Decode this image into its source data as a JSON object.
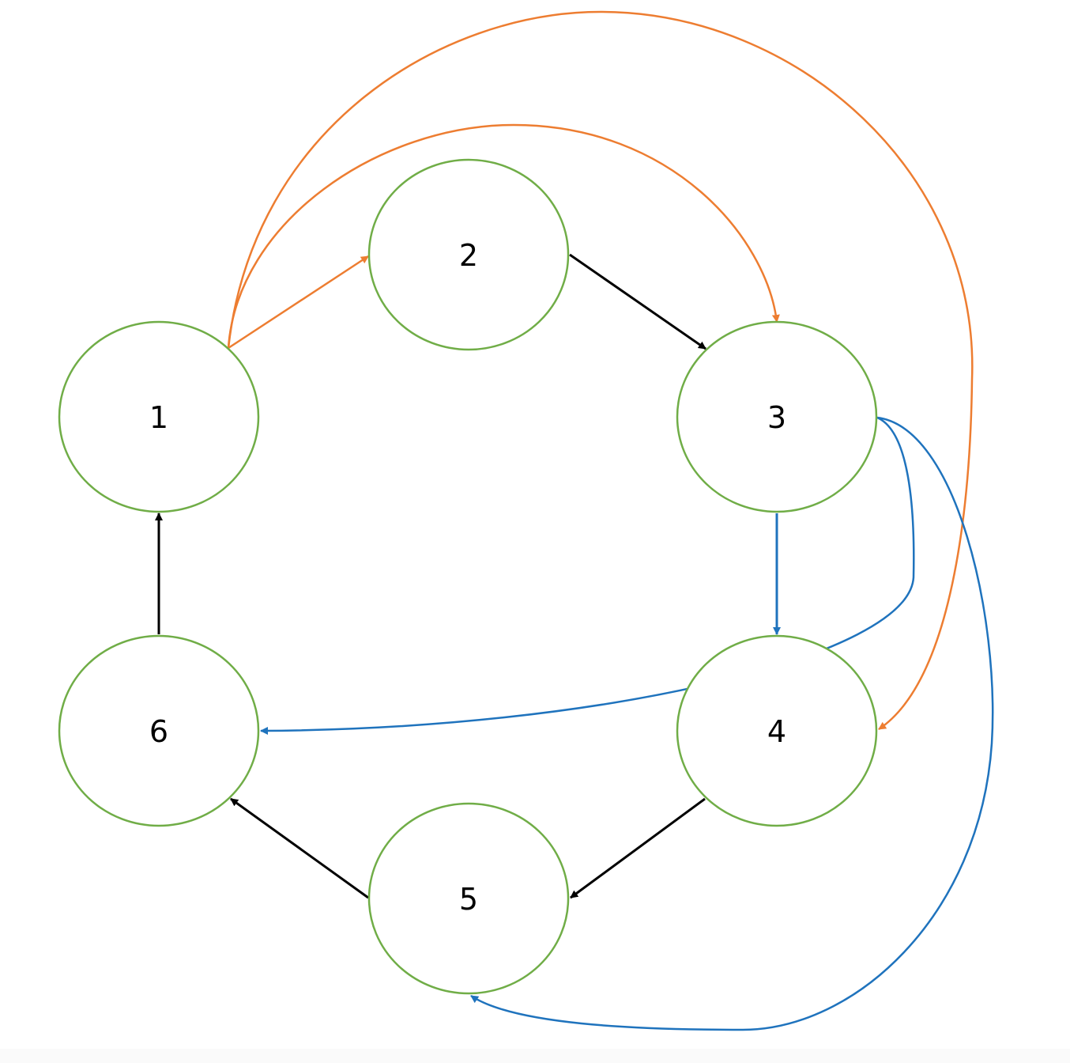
{
  "colors": {
    "node_stroke": "#70ad47",
    "black_edge": "#000000",
    "orange_edge": "#ed7d31",
    "blue_edge": "#1f73bd"
  },
  "nodes": [
    {
      "id": "1",
      "label": "1"
    },
    {
      "id": "2",
      "label": "2"
    },
    {
      "id": "3",
      "label": "3"
    },
    {
      "id": "4",
      "label": "4"
    },
    {
      "id": "5",
      "label": "5"
    },
    {
      "id": "6",
      "label": "6"
    }
  ],
  "edges": [
    {
      "from": "1",
      "to": "2",
      "color": "orange"
    },
    {
      "from": "1",
      "to": "3",
      "color": "orange"
    },
    {
      "from": "1",
      "to": "4",
      "color": "orange"
    },
    {
      "from": "2",
      "to": "3",
      "color": "black"
    },
    {
      "from": "3",
      "to": "4",
      "color": "blue"
    },
    {
      "from": "3",
      "to": "6",
      "color": "blue"
    },
    {
      "from": "3",
      "to": "5",
      "color": "blue"
    },
    {
      "from": "4",
      "to": "5",
      "color": "black"
    },
    {
      "from": "5",
      "to": "6",
      "color": "black"
    },
    {
      "from": "6",
      "to": "1",
      "color": "black"
    }
  ]
}
